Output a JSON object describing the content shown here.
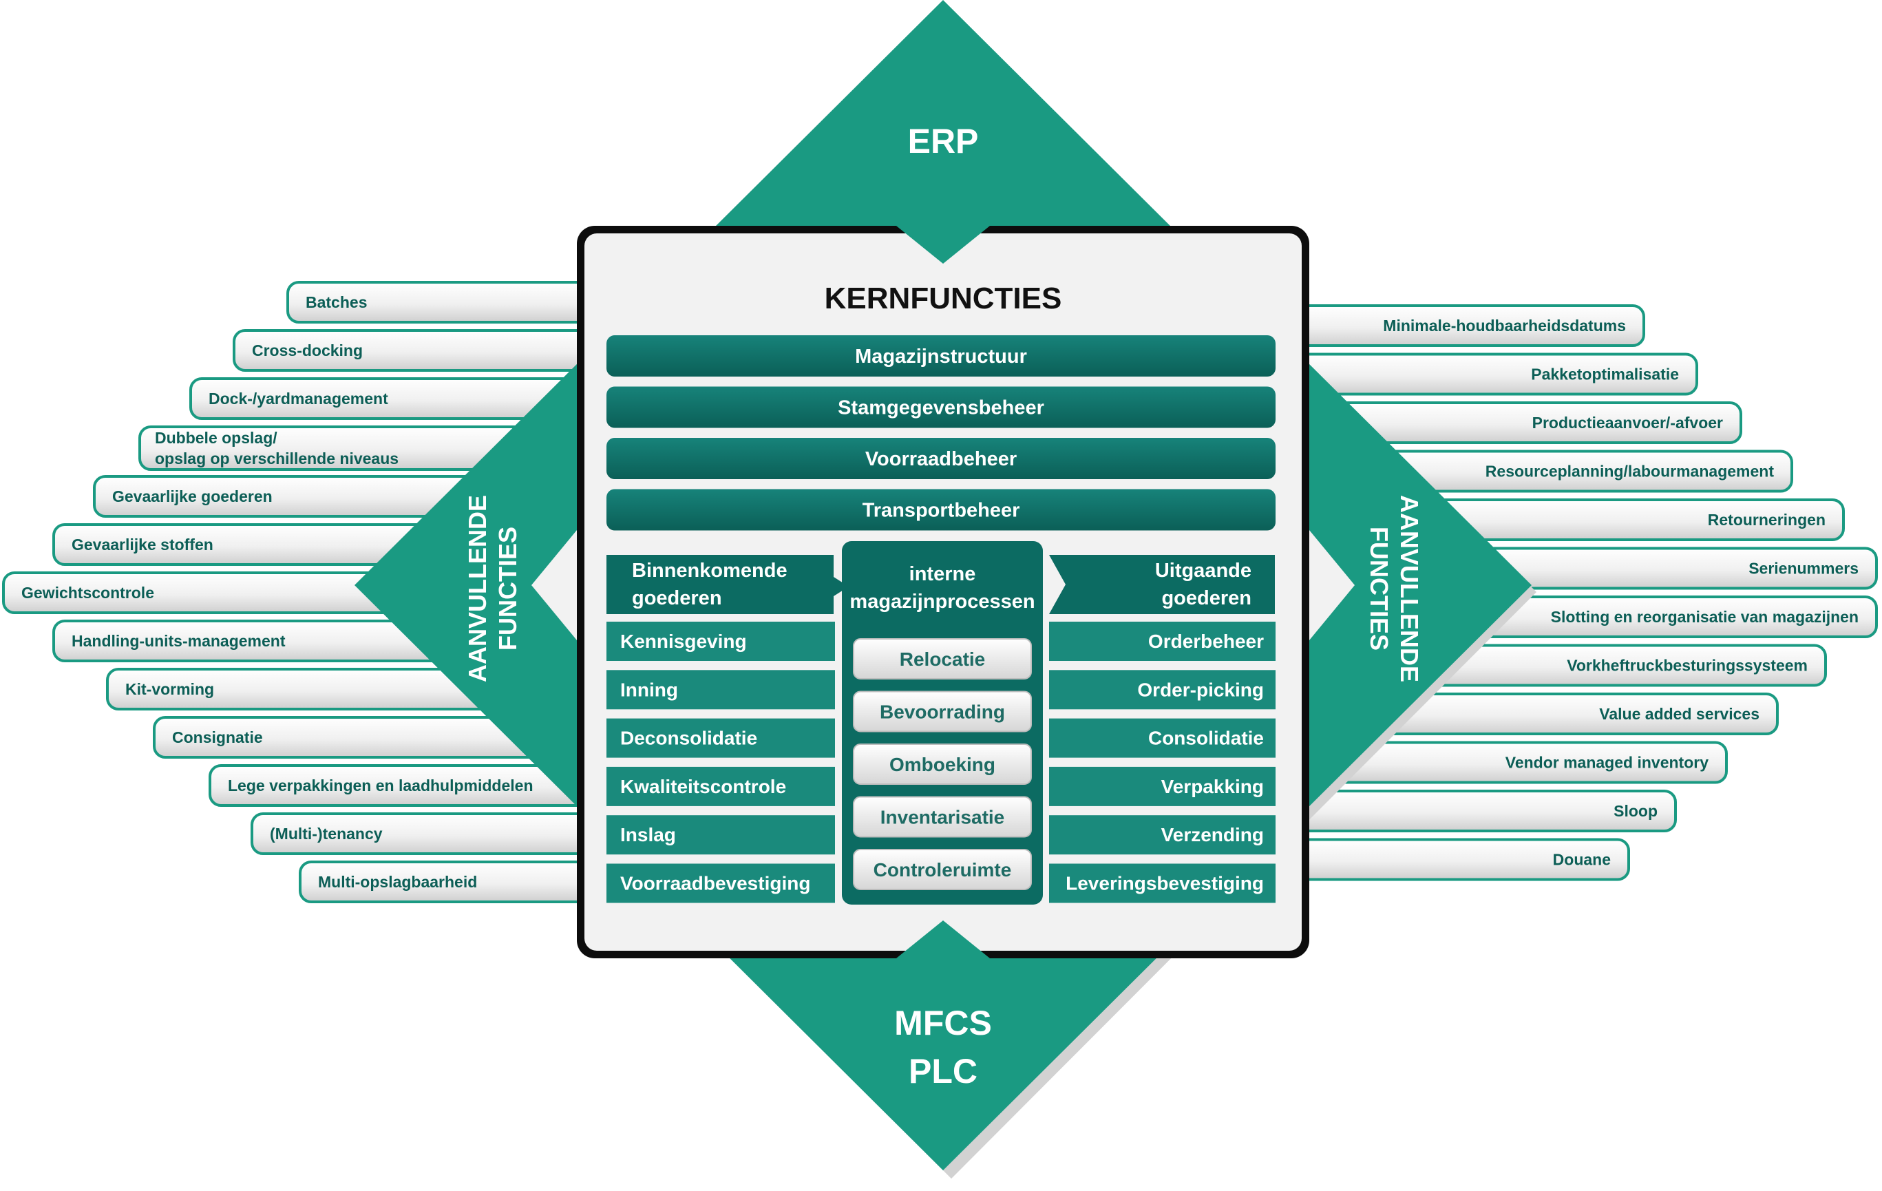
{
  "erp": "ERP",
  "bottom": {
    "line1": "MFCS",
    "line2": "PLC"
  },
  "side_left": {
    "line1": "AANVULLENDE",
    "line2": "FUNCTIES"
  },
  "side_right": {
    "line1": "AANVULLENDE",
    "line2": "FUNCTIES"
  },
  "core_title": "KERNFUNCTIES",
  "core_bars": [
    "Magazijnstructuur",
    "Stamgegevensbeheer",
    "Voorraadbeheer",
    "Transportbeheer"
  ],
  "inbound": {
    "header": [
      "Binnenkomende",
      "goederen"
    ],
    "rows": [
      "Kennisgeving",
      "Inning",
      "Deconsolidatie",
      "Kwaliteitscontrole",
      "Inslag",
      "Voorraadbevestiging"
    ]
  },
  "internal": {
    "header": [
      "interne",
      "magazijnprocessen"
    ],
    "items": [
      "Relocatie",
      "Bevoorrading",
      "Omboeking",
      "Inventarisatie",
      "Controleruimte"
    ]
  },
  "outbound": {
    "header": [
      "Uitgaande",
      "goederen"
    ],
    "rows": [
      "Orderbeheer",
      "Order-picking",
      "Consolidatie",
      "Verpakking",
      "Verzending",
      "Leveringsbevestiging"
    ]
  },
  "left_functions": [
    "Batches",
    "Cross-docking",
    "Dock-/yardmanagement",
    "Dubbele opslag/",
    "opslag op verschillende niveaus",
    "Gevaarlijke goederen",
    "Gevaarlijke stoffen",
    "Gewichtscontrole",
    "Handling-units-management",
    "Kit-vorming",
    "Consignatie",
    "Lege verpakkingen en laadhulpmiddelen",
    "(Multi-)tenancy",
    "Multi-opslagbaarheid"
  ],
  "right_functions": [
    "Minimale-houdbaarheidsdatums",
    "Pakketoptimalisatie",
    "Productieaanvoer/-afvoer",
    "Resourceplanning/labourmanagement",
    "Retourneringen",
    "Serienummers",
    "Slotting en reorganisatie van magazijnen",
    "Vorkheftruckbesturingssysteem",
    "Value added services",
    "Vendor managed inventory",
    "Sloop",
    "Douane"
  ],
  "colors": {
    "teal": "#1a9a82",
    "dark_teal": "#0c6b62",
    "frame": "#0d0d0d",
    "panel": "#f2f2f2",
    "pill_border": "#1a9a82"
  }
}
